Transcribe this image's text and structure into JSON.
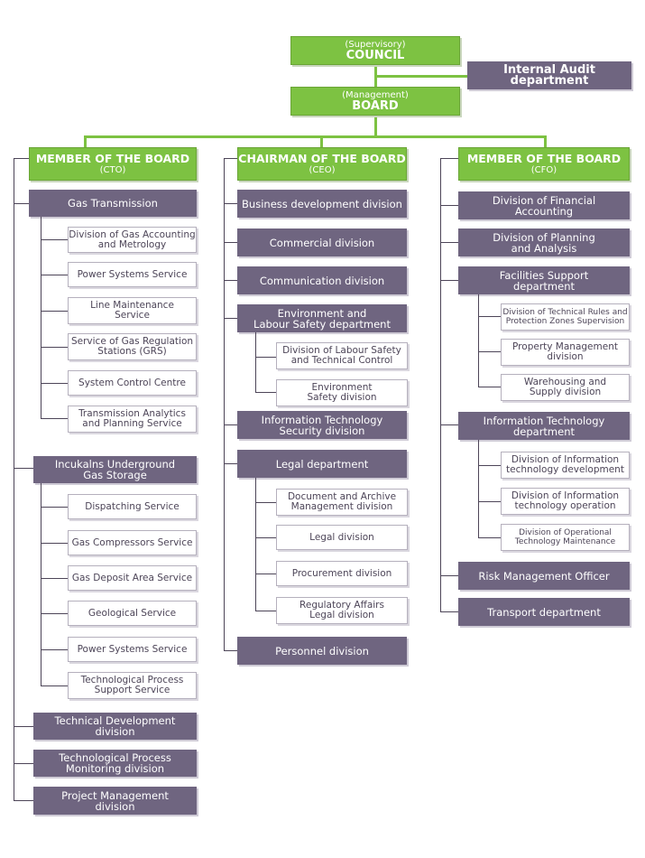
{
  "council": {
    "sub": "(Supervisory)",
    "title": "COUNCIL"
  },
  "audit": {
    "line1": "Internal Audit",
    "line2": "department"
  },
  "board": {
    "sub": "(Management)",
    "title": "BOARD"
  },
  "cto": {
    "head": {
      "title": "MEMBER OF THE BOARD",
      "sub": "(CTO)"
    },
    "gas_transmission": {
      "label": "Gas Transmission",
      "items": [
        [
          "Division of Gas Accounting",
          "and Metrology"
        ],
        [
          "Power Systems Service"
        ],
        [
          "Line Maintenance",
          "Service"
        ],
        [
          "Service of Gas Regulation",
          "Stations (GRS)"
        ],
        [
          "System Control Centre"
        ],
        [
          "Transmission Analytics",
          "and Planning Service"
        ]
      ]
    },
    "storage": {
      "line1": "Incukalns Underground",
      "line2": "Gas Storage",
      "items": [
        [
          "Dispatching Service"
        ],
        [
          "Gas Compressors Service"
        ],
        [
          "Gas Deposit Area Service"
        ],
        [
          "Geological Service"
        ],
        [
          "Power Systems Service"
        ],
        [
          "Technological Process",
          "Support Service"
        ]
      ]
    },
    "bottom": [
      [
        "Technical Development",
        "division"
      ],
      [
        "Technological Process",
        "Monitoring division"
      ],
      [
        "Project Management",
        "division"
      ]
    ]
  },
  "ceo": {
    "head": {
      "title": "CHAIRMAN OF THE BOARD",
      "sub": "(CEO)"
    },
    "business": "Business development division",
    "commercial": "Commercial division",
    "communication": "Communication division",
    "env": {
      "line1": "Environment and",
      "line2": "Labour Safety department",
      "items": [
        [
          "Division of Labour Safety",
          "and Technical Control"
        ],
        [
          "Environment",
          "Safety division"
        ]
      ]
    },
    "its": {
      "line1": "Information Technology",
      "line2": "Security division"
    },
    "legal": {
      "label": "Legal department",
      "items": [
        [
          "Document and Archive",
          "Management division"
        ],
        [
          "Legal division"
        ],
        [
          "Procurement division"
        ],
        [
          "Regulatory Affairs",
          "Legal division"
        ]
      ]
    },
    "personnel": "Personnel division"
  },
  "cfo": {
    "head": {
      "title": "MEMBER OF THE BOARD",
      "sub": "(CFO)"
    },
    "fin_acc": {
      "line1": "Division of Financial",
      "line2": "Accounting"
    },
    "planning": {
      "line1": "Division of Planning",
      "line2": "and Analysis"
    },
    "facilities": {
      "line1": "Facilities Support",
      "line2": "department",
      "items": [
        [
          "Division of Technical Rules and",
          "Protection Zones Supervision"
        ],
        [
          "Property Management",
          "division"
        ],
        [
          "Warehousing and",
          "Supply division"
        ]
      ]
    },
    "it": {
      "line1": "Information Technology",
      "line2": "department",
      "items": [
        [
          "Division of Information",
          "technology development"
        ],
        [
          "Division of Information",
          "technology operation"
        ],
        [
          "Division of Operational",
          "Technology Maintenance"
        ]
      ]
    },
    "risk": "Risk Management Officer",
    "transport": "Transport department"
  }
}
